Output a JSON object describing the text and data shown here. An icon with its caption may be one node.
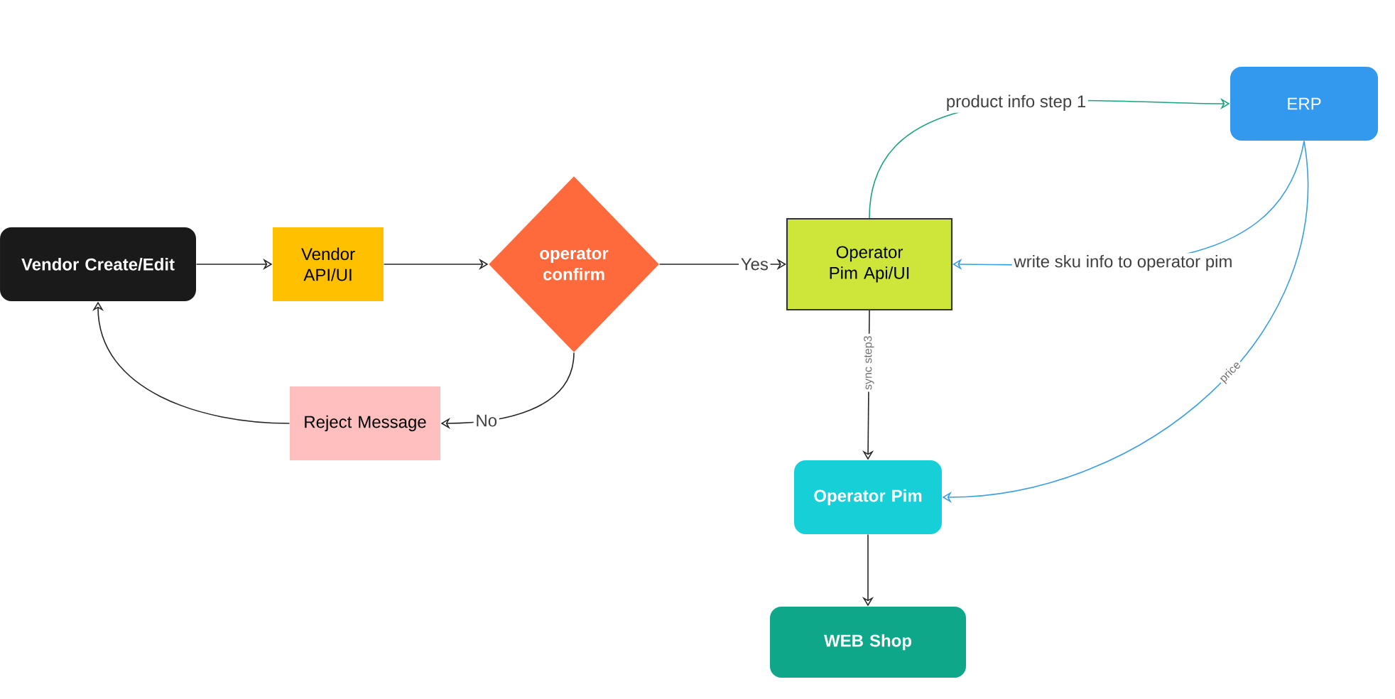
{
  "diagram": {
    "nodes": [
      {
        "text": [
          "Vendor Create/Edit"
        ]
      },
      {
        "text": [
          "Vendor API/UI"
        ]
      },
      {
        "text": [
          "operator confirm"
        ]
      },
      {
        "text": [
          "Operator Pim Api/UI"
        ]
      },
      {
        "text": [
          "ERP"
        ]
      },
      {
        "text": [
          "Reject Message"
        ]
      },
      {
        "text": [
          "Operator Pim"
        ]
      },
      {
        "text": [
          "WEB Shop"
        ]
      }
    ],
    "edges": [
      {
        "from": 0,
        "to": 1,
        "arrow": "to"
      },
      {
        "from": 1,
        "to": 2,
        "arrow": "to"
      },
      {
        "from": 2,
        "to": 3,
        "arrow": "to",
        "label": "Yes"
      },
      {
        "from": 2,
        "to": 5,
        "arrow": "to",
        "label": "No"
      },
      {
        "from": 5,
        "to": 0,
        "arrow": "to"
      },
      {
        "from": 3,
        "to": 4,
        "arrow": "to",
        "label": "product info step 1",
        "color": "#1aa37f"
      },
      {
        "from": 4,
        "to": 3,
        "arrow": "to",
        "label": "write sku info to operator pim",
        "color": "#3b9ee0"
      },
      {
        "from": 3,
        "to": 6,
        "arrow": "to",
        "label": "sync step3"
      },
      {
        "from": 4,
        "to": 6,
        "arrow": "to",
        "label": "price",
        "color": "#3b9ee0"
      },
      {
        "from": 6,
        "to": 7,
        "arrow": "to"
      }
    ]
  }
}
